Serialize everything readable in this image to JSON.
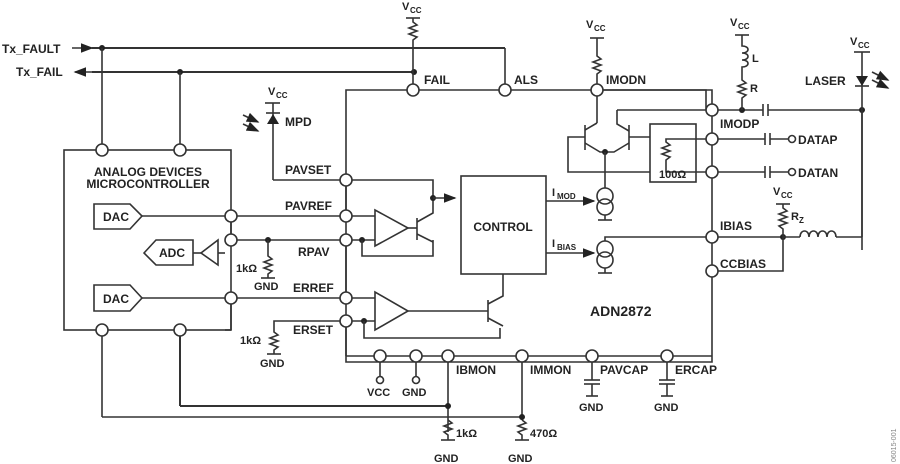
{
  "external_signals": {
    "tx_fault": "Tx_FAULT",
    "tx_fail": "Tx_FAIL"
  },
  "microcontroller": {
    "title_line1": "ANALOG DEVICES",
    "title_line2": "MICROCONTROLLER",
    "dac1": "DAC",
    "adc": "ADC",
    "dac2": "DAC"
  },
  "chip": {
    "name": "ADN2872",
    "control_block": "CONTROL",
    "pins": {
      "fail": "FAIL",
      "als": "ALS",
      "imodn": "IMODN",
      "imodp": "IMODP",
      "pavset": "PAVSET",
      "pavref": "PAVREF",
      "rpav": "RPAV",
      "erref": "ERREF",
      "erset": "ERSET",
      "ibias": "IBIAS",
      "ccbias": "CCBIAS",
      "vcc": "VCC",
      "gnd": "GND",
      "ibmon": "IBMON",
      "immon": "IMMON",
      "pavcap": "PAVCAP",
      "ercap": "ERCAP"
    },
    "currents": {
      "imod_main": "I",
      "imod_sub": "MOD",
      "ibias_main": "I",
      "ibias_sub": "BIAS"
    },
    "termination_resistor": "100Ω"
  },
  "external_components": {
    "vcc_main": "V",
    "vcc_sub": "CC",
    "gnd": "GND",
    "mpd": "MPD",
    "laser": "LASER",
    "inductor_l": "L",
    "resistor_r": "R",
    "rz_main": "R",
    "rz_sub": "Z",
    "datap": "DATAP",
    "datan": "DATAN",
    "r_rpav": "1kΩ",
    "r_erset": "1kΩ",
    "r_ibmon": "1kΩ",
    "r_immon": "470Ω"
  },
  "figure_id": "06015-001"
}
